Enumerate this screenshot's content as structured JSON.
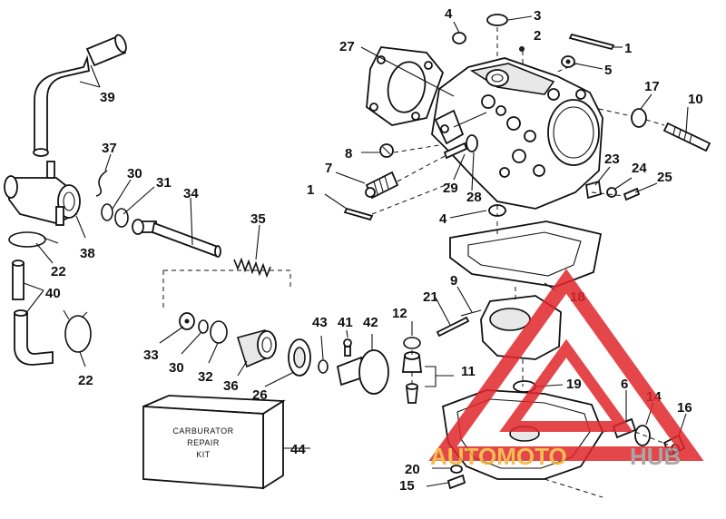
{
  "callouts": {
    "c1a": "1",
    "c1b": "1",
    "c2": "2",
    "c3": "3",
    "c4a": "4",
    "c4b": "4",
    "c5": "5",
    "c6": "6",
    "c7": "7",
    "c8": "8",
    "c9": "9",
    "c10": "10",
    "c11": "11",
    "c12": "12",
    "c14": "14",
    "c15": "15",
    "c16": "16",
    "c17": "17",
    "c18": "18",
    "c19": "19",
    "c20": "20",
    "c21": "21",
    "c22a": "22",
    "c22b": "22",
    "c23": "23",
    "c24": "24",
    "c25": "25",
    "c26": "26",
    "c27": "27",
    "c28": "28",
    "c29": "29",
    "c30a": "30",
    "c30b": "30",
    "c31": "31",
    "c32": "32",
    "c33": "33",
    "c34": "34",
    "c35": "35",
    "c36": "36",
    "c37": "37",
    "c38": "38",
    "c39": "39",
    "c40": "40",
    "c41": "41",
    "c42": "42",
    "c43": "43",
    "c44": "44"
  },
  "kit_box": {
    "line1": "CARBURATOR",
    "line2": "REPAIR",
    "line3": "KIT"
  },
  "watermark": {
    "brand": "AUTOMOTOHUB",
    "colors": {
      "triangle": "#e0262b",
      "text_left": "#f2b233",
      "text_right": "#9a9a9a"
    }
  }
}
